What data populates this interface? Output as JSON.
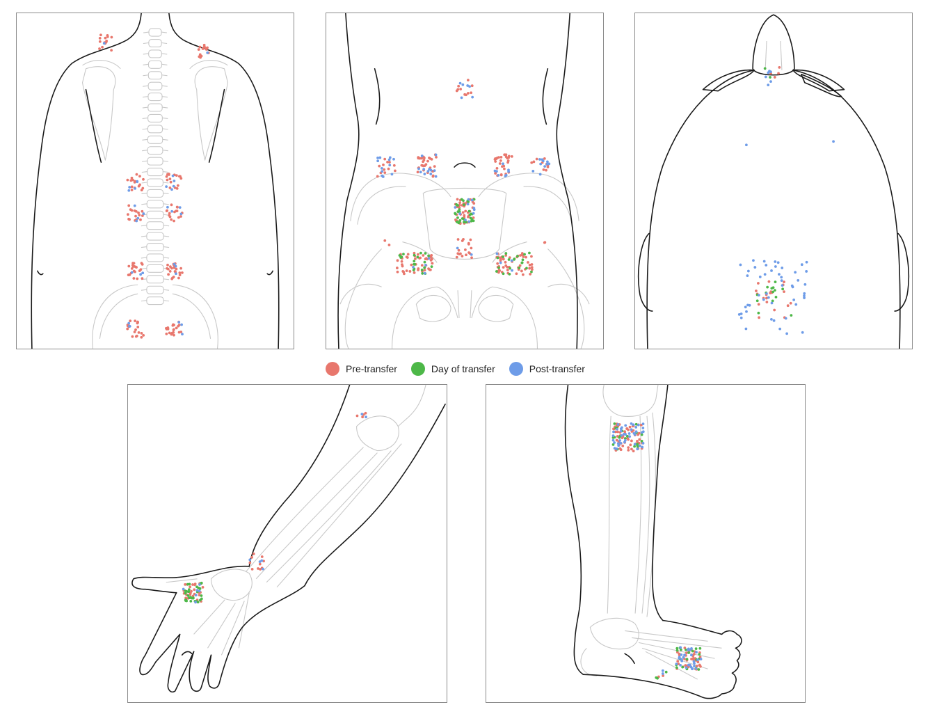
{
  "legend": {
    "items": [
      {
        "label": "Pre-transfer",
        "color": "#e8776d"
      },
      {
        "label": "Day of transfer",
        "color": "#4db848"
      },
      {
        "label": "Post-transfer",
        "color": "#6e9ce8"
      }
    ]
  },
  "colors": {
    "pre": "#e8776d",
    "day": "#4db848",
    "post": "#6e9ce8"
  },
  "panels": [
    {
      "id": "back",
      "icon": "back-torso-icon"
    },
    {
      "id": "abdomen",
      "icon": "front-pelvis-icon"
    },
    {
      "id": "head",
      "icon": "head-top-icon"
    },
    {
      "id": "arm",
      "icon": "forearm-hand-icon"
    },
    {
      "id": "leg",
      "icon": "lower-leg-foot-icon"
    }
  ],
  "clusters": {
    "back": [
      {
        "label": "",
        "n": [
          14,
          0,
          1
        ]
      },
      {
        "label": "",
        "n": [
          14,
          0,
          1
        ]
      },
      {
        "label": "",
        "n": [
          16,
          0,
          5
        ]
      },
      {
        "label": "",
        "n": [
          16,
          0,
          5
        ]
      },
      {
        "label": "",
        "n": [
          16,
          0,
          4
        ]
      },
      {
        "label": "",
        "n": [
          16,
          0,
          4
        ]
      },
      {
        "label": "",
        "n": [
          22,
          0,
          3
        ]
      },
      {
        "label": "",
        "n": [
          22,
          0,
          3
        ]
      },
      {
        "label": "",
        "n": [
          22,
          0,
          3
        ]
      },
      {
        "label": "",
        "n": [
          22,
          0,
          3
        ]
      }
    ],
    "abdomen": [
      {
        "n": [
          12,
          0,
          12
        ]
      },
      {
        "n": [
          10,
          0,
          6
        ]
      },
      {
        "n": [
          30,
          0,
          12
        ]
      },
      {
        "n": [
          30,
          0,
          8
        ]
      },
      {
        "n": [
          10,
          0,
          10
        ]
      },
      {
        "n": [
          40,
          30,
          10
        ]
      },
      {
        "n": [
          18,
          0,
          2
        ]
      },
      {
        "n": [
          50,
          20,
          4
        ]
      },
      {
        "n": [
          50,
          20,
          4
        ]
      },
      {
        "n": [
          2,
          0,
          0
        ]
      },
      {
        "n": [
          2,
          0,
          0
        ]
      }
    ],
    "head": [
      {
        "n": [
          4,
          2,
          6
        ]
      },
      {
        "n": [
          0,
          0,
          1
        ]
      },
      {
        "n": [
          0,
          0,
          1
        ]
      },
      {
        "n": [
          20,
          14,
          50
        ]
      }
    ],
    "arm": [
      {
        "n": [
          4,
          0,
          2
        ]
      },
      {
        "n": [
          10,
          0,
          4
        ]
      },
      {
        "n": [
          30,
          30,
          6
        ]
      }
    ],
    "leg": [
      {
        "n": [
          60,
          20,
          40
        ]
      },
      {
        "n": [
          40,
          20,
          30
        ]
      },
      {
        "n": [
          2,
          3,
          2
        ]
      }
    ]
  }
}
